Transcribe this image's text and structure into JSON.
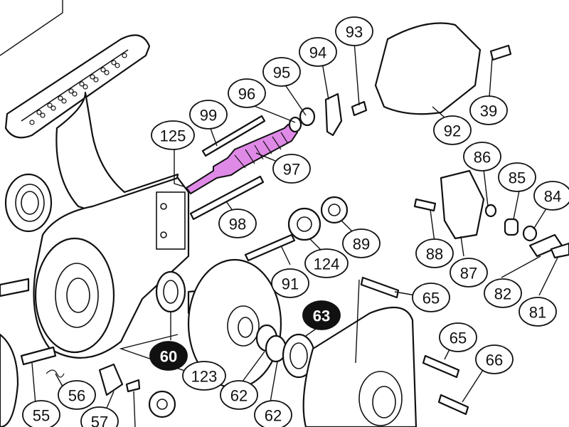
{
  "highlight_color": "#e08ae8",
  "ink_color": "#111111",
  "callouts": [
    {
      "id": "c93",
      "label": "93"
    },
    {
      "id": "c94",
      "label": "94"
    },
    {
      "id": "c95",
      "label": "95"
    },
    {
      "id": "c96",
      "label": "96"
    },
    {
      "id": "c99",
      "label": "99"
    },
    {
      "id": "c125",
      "label": "125"
    },
    {
      "id": "c97",
      "label": "97"
    },
    {
      "id": "c98",
      "label": "98"
    },
    {
      "id": "c39",
      "label": "39"
    },
    {
      "id": "c92",
      "label": "92"
    },
    {
      "id": "c86",
      "label": "86"
    },
    {
      "id": "c85",
      "label": "85"
    },
    {
      "id": "c84",
      "label": "84"
    },
    {
      "id": "c89",
      "label": "89"
    },
    {
      "id": "c124",
      "label": "124"
    },
    {
      "id": "c91",
      "label": "91"
    },
    {
      "id": "c88",
      "label": "88"
    },
    {
      "id": "c87",
      "label": "87"
    },
    {
      "id": "c82",
      "label": "82"
    },
    {
      "id": "c81",
      "label": "81"
    },
    {
      "id": "c65a",
      "label": "65"
    },
    {
      "id": "c65b",
      "label": "65"
    },
    {
      "id": "c66",
      "label": "66"
    },
    {
      "id": "c63",
      "label": "63",
      "filled": true
    },
    {
      "id": "c60",
      "label": "60",
      "filled": true
    },
    {
      "id": "c123",
      "label": "123"
    },
    {
      "id": "c62a",
      "label": "62"
    },
    {
      "id": "c62b",
      "label": "62"
    },
    {
      "id": "c56",
      "label": "56"
    },
    {
      "id": "c55",
      "label": "55"
    },
    {
      "id": "c57",
      "label": "57"
    }
  ],
  "parts": [
    {
      "id": "handle",
      "icon": "crank-handle-icon"
    },
    {
      "id": "body",
      "icon": "reel-body-icon"
    },
    {
      "id": "main-shaft",
      "icon": "oscillating-worm-shaft-icon",
      "highlighted": true
    },
    {
      "id": "drive-gear",
      "icon": "drive-gear-icon"
    },
    {
      "id": "side-cover",
      "icon": "side-cover-icon"
    },
    {
      "id": "body-guard",
      "icon": "body-guard-icon"
    }
  ]
}
